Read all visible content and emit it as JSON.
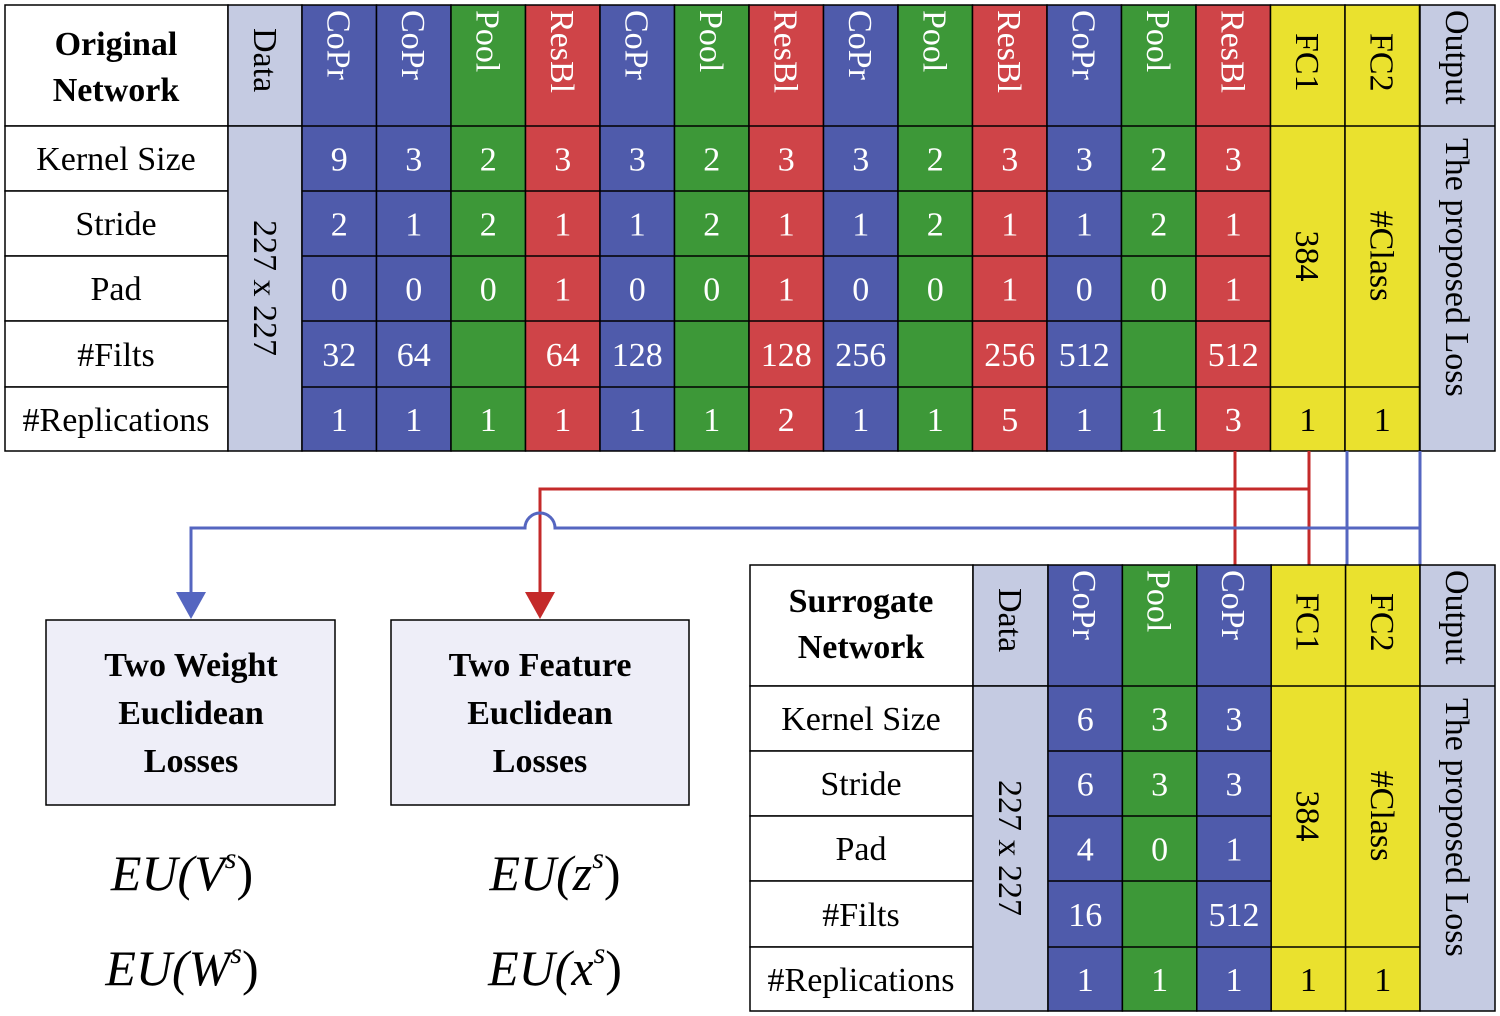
{
  "colors": {
    "copr": "#4f5bab",
    "pool": "#3d9838",
    "resbl": "#cf4448",
    "fc": "#eae12e",
    "data": "#c5cbe2",
    "output": "#c5cbe2",
    "label": "#ffffff",
    "loss_box": "#eeeef8",
    "wire_red": "#c42a2a",
    "wire_blue": "#5566c0"
  },
  "original": {
    "title_line1": "Original",
    "title_line2": "Network",
    "row_labels": [
      "Kernel Size",
      "Stride",
      "Pad",
      "#Filts",
      "#Replications"
    ],
    "data_label": "Data",
    "data_size": "227 x 227",
    "layers": [
      {
        "name": "CoPr",
        "type": "copr",
        "kernel": "9",
        "stride": "2",
        "pad": "0",
        "filts": "32",
        "reps": "1"
      },
      {
        "name": "CoPr",
        "type": "copr",
        "kernel": "3",
        "stride": "1",
        "pad": "0",
        "filts": "64",
        "reps": "1"
      },
      {
        "name": "Pool",
        "type": "pool",
        "kernel": "2",
        "stride": "2",
        "pad": "0",
        "filts": "",
        "reps": "1"
      },
      {
        "name": "ResBl",
        "type": "resbl",
        "kernel": "3",
        "stride": "1",
        "pad": "1",
        "filts": "64",
        "reps": "1"
      },
      {
        "name": "CoPr",
        "type": "copr",
        "kernel": "3",
        "stride": "1",
        "pad": "0",
        "filts": "128",
        "reps": "1"
      },
      {
        "name": "Pool",
        "type": "pool",
        "kernel": "2",
        "stride": "2",
        "pad": "0",
        "filts": "",
        "reps": "1"
      },
      {
        "name": "ResBl",
        "type": "resbl",
        "kernel": "3",
        "stride": "1",
        "pad": "1",
        "filts": "128",
        "reps": "2"
      },
      {
        "name": "CoPr",
        "type": "copr",
        "kernel": "3",
        "stride": "1",
        "pad": "0",
        "filts": "256",
        "reps": "1"
      },
      {
        "name": "Pool",
        "type": "pool",
        "kernel": "2",
        "stride": "2",
        "pad": "0",
        "filts": "",
        "reps": "1"
      },
      {
        "name": "ResBl",
        "type": "resbl",
        "kernel": "3",
        "stride": "1",
        "pad": "1",
        "filts": "256",
        "reps": "5"
      },
      {
        "name": "CoPr",
        "type": "copr",
        "kernel": "3",
        "stride": "1",
        "pad": "0",
        "filts": "512",
        "reps": "1"
      },
      {
        "name": "Pool",
        "type": "pool",
        "kernel": "2",
        "stride": "2",
        "pad": "0",
        "filts": "",
        "reps": "1"
      },
      {
        "name": "ResBl",
        "type": "resbl",
        "kernel": "3",
        "stride": "1",
        "pad": "1",
        "filts": "512",
        "reps": "3"
      }
    ],
    "fc": [
      {
        "name": "FC1",
        "size": "384",
        "reps": "1"
      },
      {
        "name": "FC2",
        "size": "#Class",
        "reps": "1"
      }
    ],
    "output_label": "Output",
    "output_loss": "The proposed Loss"
  },
  "surrogate": {
    "title_line1": "Surrogate",
    "title_line2": "Network",
    "row_labels": [
      "Kernel Size",
      "Stride",
      "Pad",
      "#Filts",
      "#Replications"
    ],
    "data_label": "Data",
    "data_size": "227 x 227",
    "layers": [
      {
        "name": "CoPr",
        "type": "copr",
        "kernel": "6",
        "stride": "6",
        "pad": "4",
        "filts": "16",
        "reps": "1"
      },
      {
        "name": "Pool",
        "type": "pool",
        "kernel": "3",
        "stride": "3",
        "pad": "0",
        "filts": "",
        "reps": "1"
      },
      {
        "name": "CoPr",
        "type": "copr",
        "kernel": "3",
        "stride": "3",
        "pad": "1",
        "filts": "512",
        "reps": "1"
      }
    ],
    "fc": [
      {
        "name": "FC1",
        "size": "384",
        "reps": "1"
      },
      {
        "name": "FC2",
        "size": "#Class",
        "reps": "1"
      }
    ],
    "output_label": "Output",
    "output_loss": "The proposed Loss"
  },
  "losses": {
    "weight": {
      "lines": [
        "Two Weight",
        "Euclidean",
        "Losses"
      ],
      "formula1": "EU(V",
      "formula1_sup": "s",
      "formula2": "EU(W",
      "formula2_sup": "s"
    },
    "feature": {
      "lines": [
        "Two Feature",
        "Euclidean",
        "Losses"
      ],
      "formula1": "EU(z",
      "formula1_sup": "s",
      "formula2": "EU(x",
      "formula2_sup": "s"
    }
  }
}
